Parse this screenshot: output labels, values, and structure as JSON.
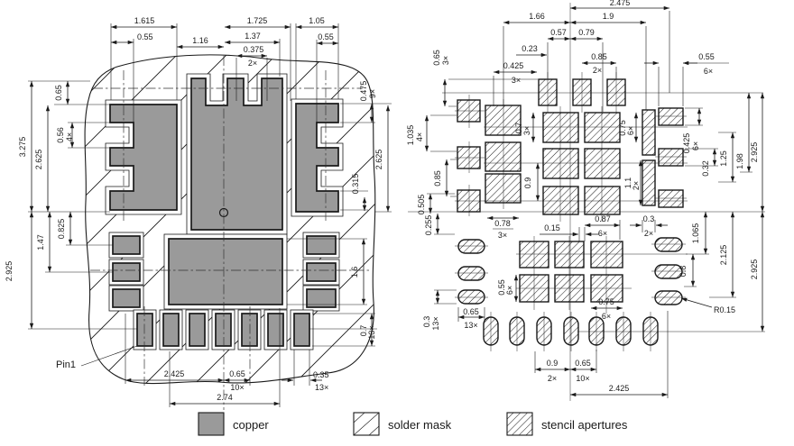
{
  "colors": {
    "copper": "#9a9a9a",
    "line": "#1a1a1a"
  },
  "legend": {
    "copper": "copper",
    "solder_mask": "solder mask",
    "stencil": "stencil apertures"
  },
  "left_view": {
    "pin1": "Pin1",
    "dims": {
      "w1615": "1.615",
      "w055l": "0.55",
      "w116": "1.16",
      "w1725": "1.725",
      "w137": "1.37",
      "w0375": "0.375",
      "c2x": "2×",
      "w105": "1.05",
      "w055r": "0.55",
      "h065": "0.65",
      "h3275": "3.275",
      "h2625l": "2.625",
      "h056": "0.56",
      "c4x": "4×",
      "h0825": "0.825",
      "h147": "1.47",
      "h2925": "2.925",
      "h0475": "0.475",
      "c9x": "9×",
      "h2625r": "2.625",
      "h0315": "0.315",
      "h16": "1.6",
      "h07": "0.7",
      "c13xr": "13×",
      "w2425": "2.425",
      "w065": "0.65",
      "c10x": "10×",
      "w035": "0.35",
      "c13xb": "13×",
      "w274": "2.74"
    }
  },
  "right_view": {
    "radius": "R0.15",
    "dims": {
      "w2475": "2.475",
      "w166": "1.66",
      "w19": "1.9",
      "w057": "0.57",
      "w079": "0.79",
      "w023": "0.23",
      "w085": "0.85",
      "c2xa": "2×",
      "w0425": "0.425",
      "c3xa": "3×",
      "h065t": "0.65",
      "c3xb": "3×",
      "w055": "0.55",
      "c6xa": "6×",
      "h1035": "1.035",
      "c4x": "4×",
      "h085": "0.85",
      "h0505": "0.505",
      "h0255": "0.255",
      "w065l": "0.65",
      "c13xa": "13×",
      "h03": "0.3",
      "c13xb": "13×",
      "h07": "0.7",
      "c3xc": "3×",
      "h09": "0.9",
      "h075": "0.75",
      "c6xb": "6×",
      "h11": "1.1",
      "c2xb": "2×",
      "w078": "0.78",
      "c3xd": "3×",
      "w015": "0.15",
      "w087": "0.87",
      "c6xc": "6×",
      "w03": "0.3",
      "c2xc": "2×",
      "h055": "0.55",
      "c6xd": "6×",
      "w075": "0.75",
      "c6xe": "6×",
      "h0425": "0.425",
      "c6xf": "6×",
      "h032": "0.32",
      "h125": "1.25",
      "h198": "1.98",
      "h2925t": "2.925",
      "h1065": "1.065",
      "h08": "0.8",
      "h2125": "2.125",
      "h2925b": "2.925",
      "w09": "0.9",
      "c2xd": "2×",
      "w065b": "0.65",
      "c10x": "10×",
      "w2425": "2.425"
    }
  }
}
